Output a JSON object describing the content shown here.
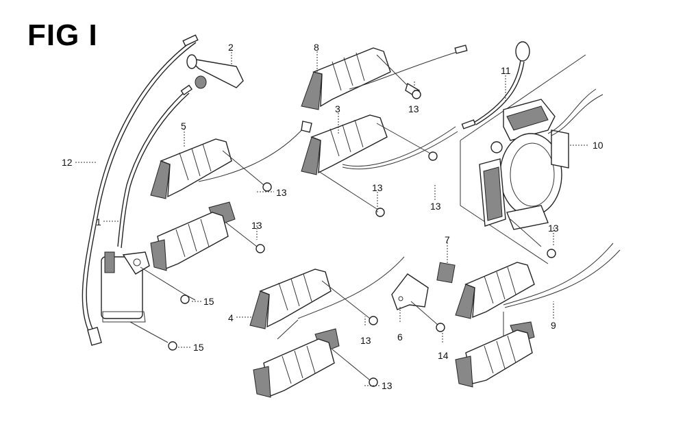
{
  "figure": {
    "title": "FIG I",
    "type": "exploded parts diagram",
    "colors": {
      "ink": "#000000",
      "background": "#ffffff"
    }
  },
  "callouts": [
    {
      "id": "c2",
      "label": "2",
      "part": "spark-plug-cap"
    },
    {
      "id": "c8",
      "label": "8",
      "part": "coil-top"
    },
    {
      "id": "c13a",
      "label": "13",
      "part": "bolt"
    },
    {
      "id": "c11",
      "label": "11",
      "part": "lead-wire"
    },
    {
      "id": "c3",
      "label": "3",
      "part": "coil-center"
    },
    {
      "id": "c5",
      "label": "5",
      "part": "coil-left"
    },
    {
      "id": "c10",
      "label": "10",
      "part": "stator-assembly"
    },
    {
      "id": "c12",
      "label": "12",
      "part": "ground-wire"
    },
    {
      "id": "c13b",
      "label": "13",
      "part": "bolt"
    },
    {
      "id": "c13c",
      "label": "13",
      "part": "bolt"
    },
    {
      "id": "c13d",
      "label": "13",
      "part": "bolt"
    },
    {
      "id": "c1",
      "label": "1",
      "part": "ignition-coil"
    },
    {
      "id": "c13e",
      "label": "13",
      "part": "bolt"
    },
    {
      "id": "c13f",
      "label": "13",
      "part": "bolt"
    },
    {
      "id": "c7",
      "label": "7",
      "part": "clip"
    },
    {
      "id": "c15a",
      "label": "15",
      "part": "bolt"
    },
    {
      "id": "c15b",
      "label": "15",
      "part": "bolt"
    },
    {
      "id": "c4",
      "label": "4",
      "part": "coil-pair"
    },
    {
      "id": "c13g",
      "label": "13",
      "part": "bolt"
    },
    {
      "id": "c6",
      "label": "6",
      "part": "bracket"
    },
    {
      "id": "c14",
      "label": "14",
      "part": "screw"
    },
    {
      "id": "c9",
      "label": "9",
      "part": "coil-pair-right"
    },
    {
      "id": "c13h",
      "label": "13",
      "part": "bolt"
    }
  ]
}
